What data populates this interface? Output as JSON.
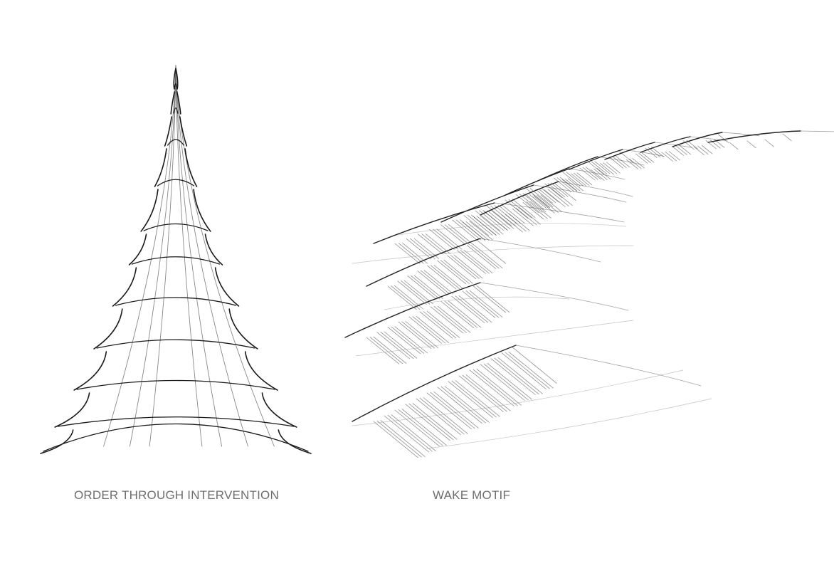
{
  "captions": {
    "left": "ORDER THROUGH INTERVENTION",
    "right": "WAKE MOTIF"
  },
  "sketches": {
    "left": "tree-sketch",
    "right": "wake-sketch"
  },
  "colors": {
    "ink": "#1a1a1a",
    "pencil": "#555555",
    "caption": "#6e6e6e"
  }
}
